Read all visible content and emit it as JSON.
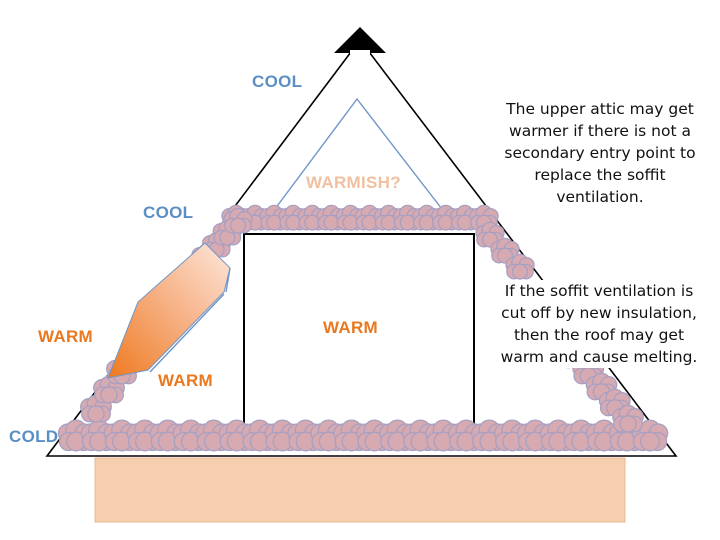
{
  "colors": {
    "cool": "#5b8fc4",
    "warm": "#e9781f",
    "warmish": "#f0c0a0",
    "insulation_fill": "#d6aab0",
    "insulation_stroke": "#a7a0c3",
    "foundation": "#f5cfae",
    "roof_line": "#000000",
    "inner_attic_line": "#6f95c6"
  },
  "labels": {
    "cool_top": "COOL",
    "cool_mid": "COOL",
    "warmish": "WARMISH?",
    "warm_room": "WARM",
    "warm_left": "WARM",
    "warm_duct": "WARM",
    "cold": "COLD"
  },
  "notes": {
    "upper_attic": "The upper attic may get warmer if there is not a secondary entry point to replace the soffit ventilation.",
    "soffit_cutoff": "If the soffit ventilation is cut off by new insulation, then the roof may get warm and cause melting."
  },
  "icons": {
    "roof_vent": "ridge-vent-icon"
  }
}
